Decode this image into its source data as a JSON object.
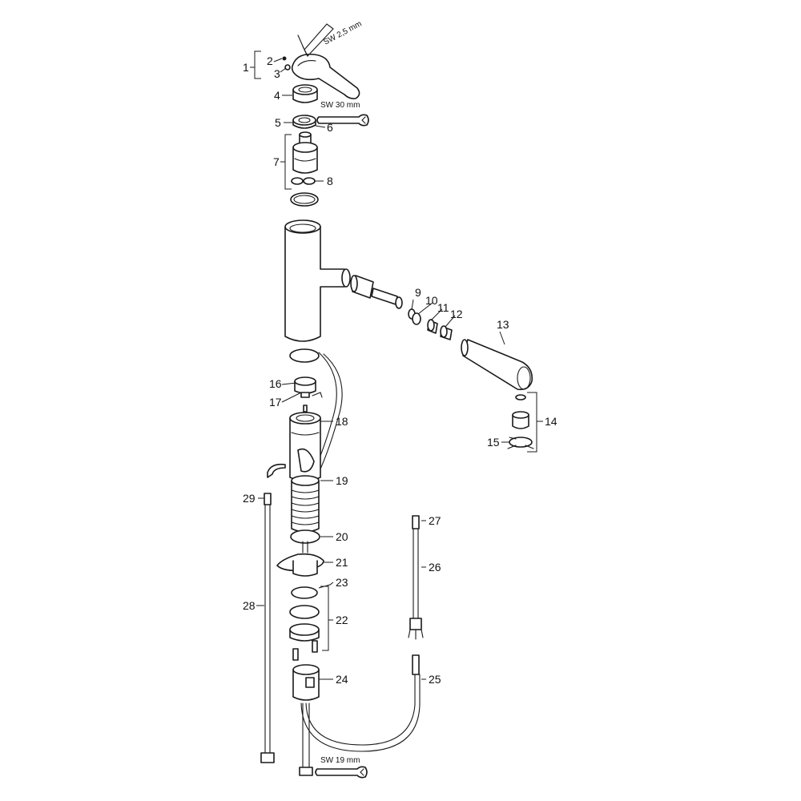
{
  "labels": {
    "p1": "1",
    "p2": "2",
    "p3": "3",
    "p4": "4",
    "p5": "5",
    "p6": "6",
    "p7": "7",
    "p8": "8",
    "p9": "9",
    "p10": "10",
    "p11": "11",
    "p12": "12",
    "p13": "13",
    "p14": "14",
    "p15": "15",
    "p16": "16",
    "p17": "17",
    "p18": "18",
    "p19": "19",
    "p20": "20",
    "p21": "21",
    "p22": "22",
    "p23": "23",
    "p24": "24",
    "p25": "25",
    "p26": "26",
    "p27": "27",
    "p28": "28",
    "p29": "29"
  },
  "tools": {
    "hex_key": "SW 2,5 mm",
    "wrench_top": "SW 30 mm",
    "wrench_bottom": "SW 19 mm"
  },
  "colors": {
    "line": "#1a1a1a",
    "background": "#ffffff"
  }
}
